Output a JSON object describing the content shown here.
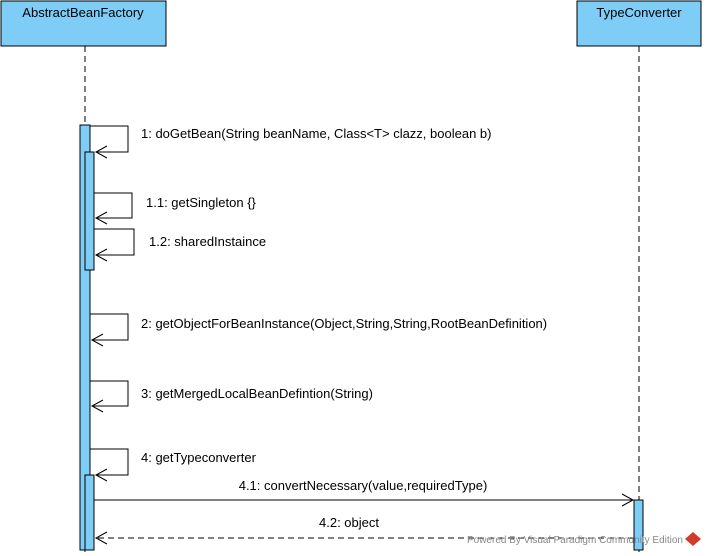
{
  "lifelines": {
    "left": {
      "title": "AbstractBeanFactory"
    },
    "right": {
      "title": "TypeConverter"
    }
  },
  "messages": [
    {
      "label": "1: doGetBean(String beanName, Class<T> clazz, boolean b)"
    },
    {
      "label": "1.1: getSingleton    {}"
    },
    {
      "label": "1.2: sharedInstaince"
    },
    {
      "label": "2: getObjectForBeanInstance(Object,String,String,RootBeanDefinition)"
    },
    {
      "label": "3: getMergedLocalBeanDefintion(String)"
    },
    {
      "label": "4: getTypeconverter"
    },
    {
      "label": "4.1: convertNecessary(value,requiredType)"
    },
    {
      "label": "4.2: object"
    }
  ],
  "watermark": {
    "text": "Powered By Visual Paradigm Community Edition"
  },
  "colors": {
    "lifeline_fill": "#7ecdf6",
    "line": "#000000"
  }
}
